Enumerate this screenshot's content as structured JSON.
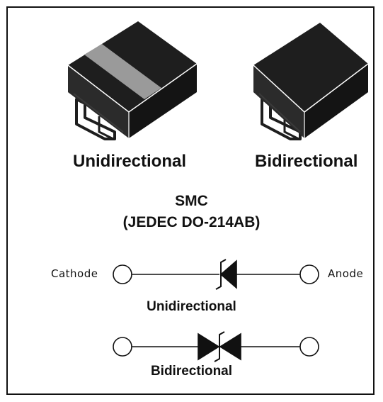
{
  "packages": {
    "unidirectional_label": "Unidirectional",
    "bidirectional_label": "Bidirectional",
    "name": "SMC",
    "standard": "(JEDEC DO-214AB)"
  },
  "symbols": {
    "cathode_label": "Cathode",
    "anode_label": "Anode",
    "unidirectional_label": "Unidirectional",
    "bidirectional_label": "Bidirectional"
  },
  "colors": {
    "body": "#1e1e1e",
    "band": "#9a9a9a",
    "line": "#111111"
  }
}
